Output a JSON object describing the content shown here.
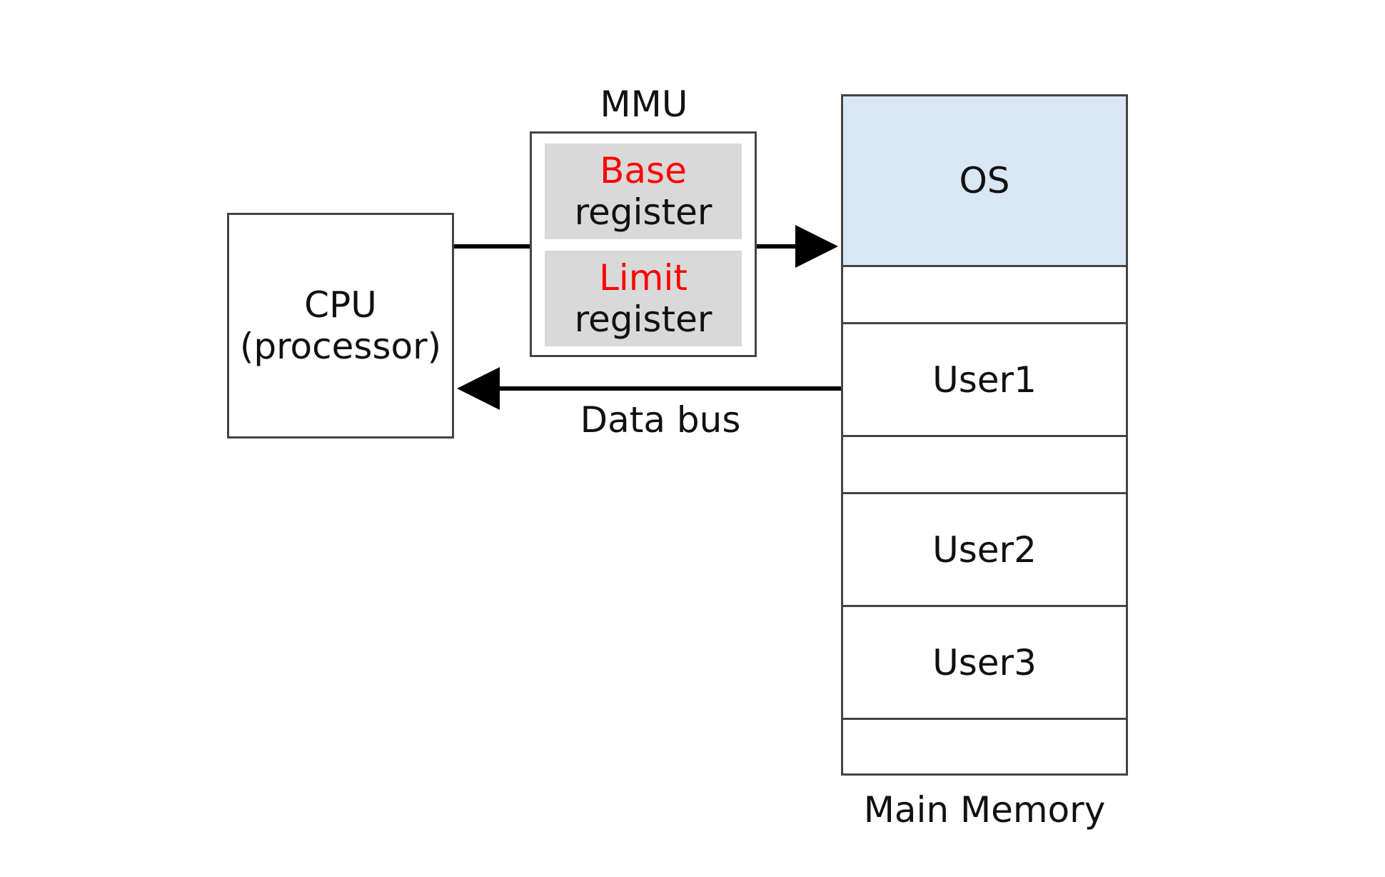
{
  "cpu": {
    "line1": "CPU",
    "line2": "(processor)"
  },
  "mmu": {
    "title": "MMU",
    "base": {
      "keyword": "Base",
      "sub": "register"
    },
    "limit": {
      "keyword": "Limit",
      "sub": "register"
    }
  },
  "memory": {
    "title": "Main Memory",
    "segments": [
      "OS",
      "",
      "User1",
      "",
      "User2",
      "User3",
      ""
    ]
  },
  "bus": {
    "label": "Data bus"
  },
  "colors": {
    "keyword": "#ff0000",
    "os_fill": "#d9e7f5",
    "register_fill": "#d9d9d9",
    "stroke": "#444444",
    "arrow": "#000000"
  }
}
